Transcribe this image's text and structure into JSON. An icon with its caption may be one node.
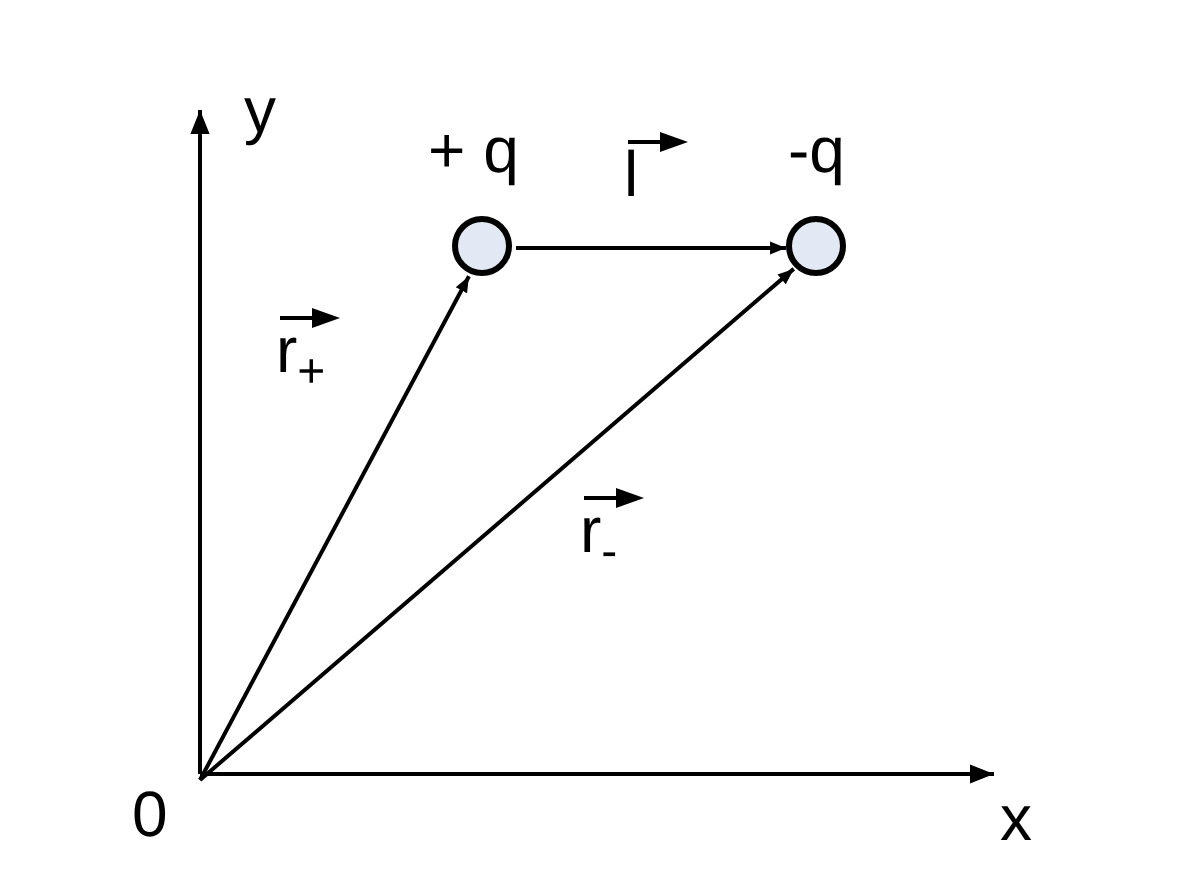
{
  "diagram": {
    "nodes": [
      {
        "text": [
          "0"
        ]
      },
      {
        "text": [
          "+ q"
        ]
      },
      {
        "text": [
          "-q"
        ]
      }
    ],
    "edges": [
      {
        "from": 1,
        "to": 2,
        "arrow": "to",
        "label": "l"
      },
      {
        "from": 0,
        "to": 1,
        "arrow": "to",
        "label": "r$_{+}$"
      },
      {
        "from": 0,
        "to": 2,
        "arrow": "to",
        "label": "r$_{-}$"
      }
    ],
    "labels": [
      "y",
      "x"
    ]
  }
}
